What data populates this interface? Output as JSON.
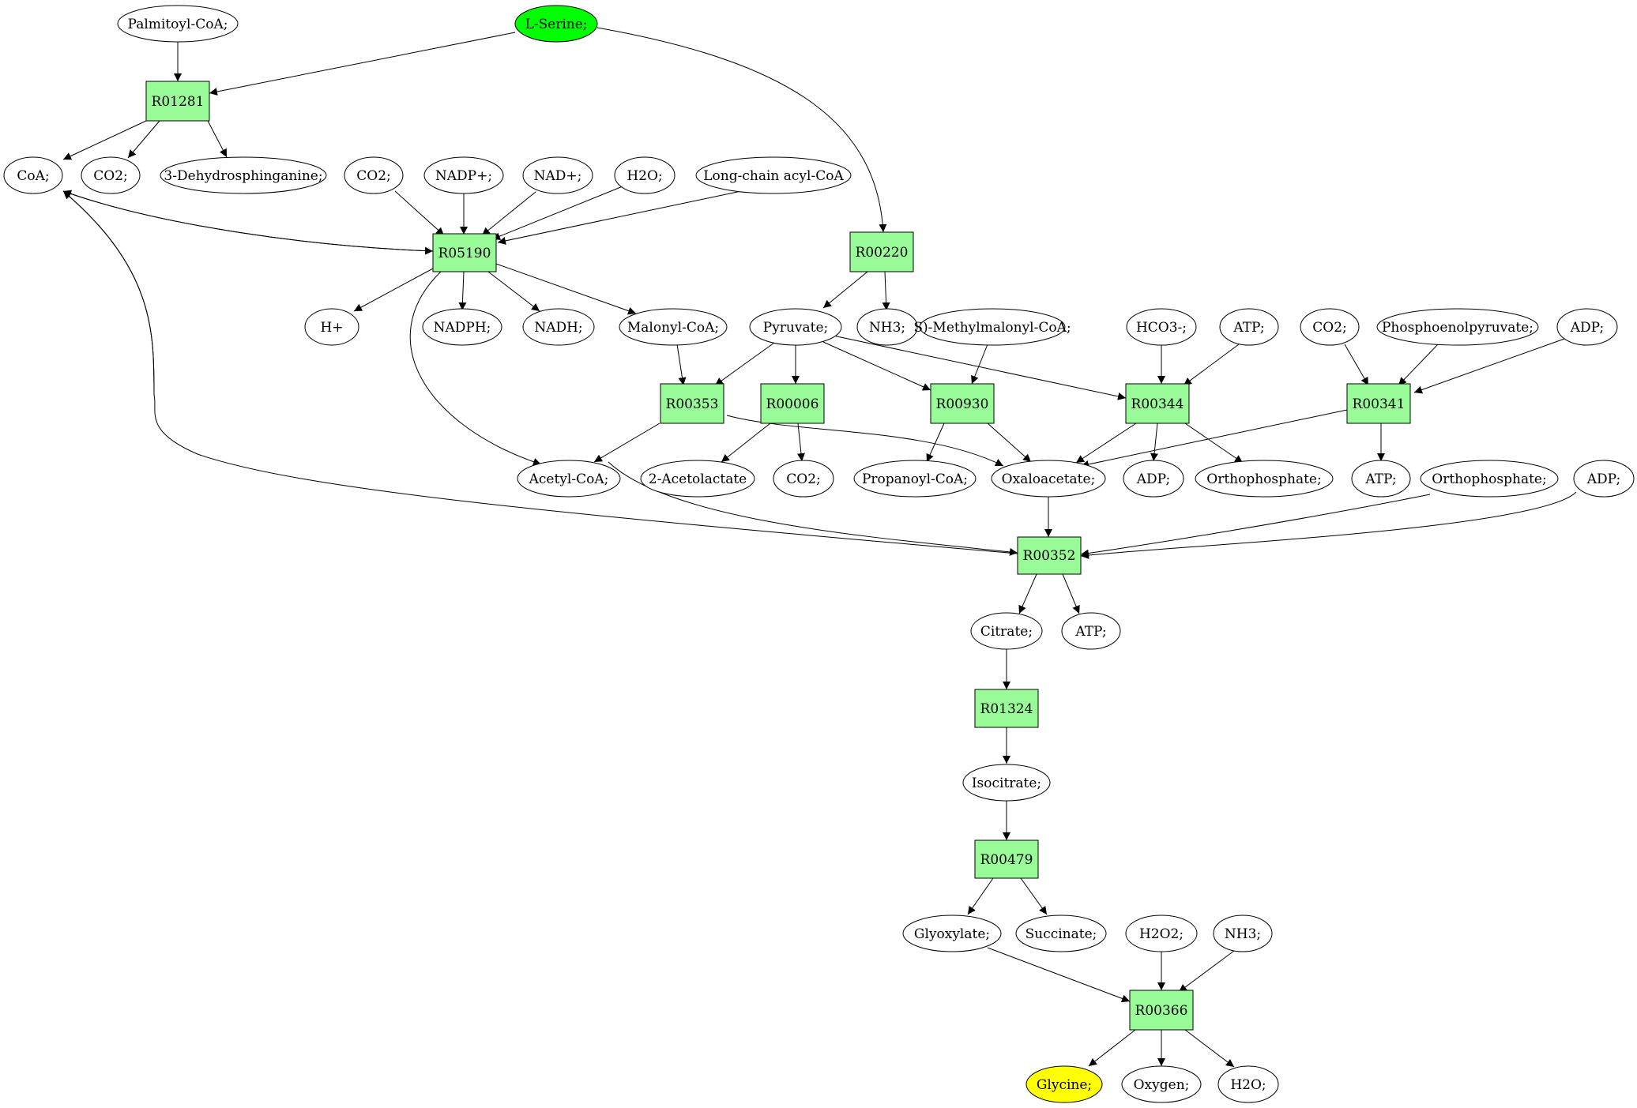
{
  "colors": {
    "reaction_fill": "#98fb98",
    "start_fill": "#00ff00",
    "target_fill": "#ffff00",
    "metabolite_fill": "#ffffff",
    "stroke": "#000000"
  },
  "nodes": {
    "palmitoyl_coa": "Palmitoyl-CoA;",
    "l_serine": "L-Serine;",
    "r01281": "R01281",
    "coa": "CoA;",
    "co2_a": "CO2;",
    "dehydrosphinganine": "3-Dehydrosphinganine;",
    "co2_b": "CO2;",
    "nadp_plus": "NADP+;",
    "nad_plus": "NAD+;",
    "h2o_a": "H2O;",
    "long_chain_acyl_coa": "Long-chain acyl-CoA",
    "r05190": "R05190",
    "r00220": "R00220",
    "h_plus": "H+",
    "nadph": "NADPH;",
    "nadh": "NADH;",
    "malonyl_coa": "Malonyl-CoA;",
    "pyruvate": "Pyruvate;",
    "nh3_a": "NH3;",
    "methylmalonyl_coa": "S)-Methylmalonyl-CoA;",
    "hco3": "HCO3-;",
    "atp_a": "ATP;",
    "co2_c": "CO2;",
    "phosphoenolpyruvate": "Phosphoenolpyruvate;",
    "adp_a": "ADP;",
    "r00353": "R00353",
    "r00006": "R00006",
    "r00930": "R00930",
    "r00344": "R00344",
    "r00341": "R00341",
    "acetyl_coa": "Acetyl-CoA;",
    "acetolactate": "2-Acetolactate",
    "co2_d": "CO2;",
    "propanoyl_coa": "Propanoyl-CoA;",
    "oxaloacetate": "Oxaloacetate;",
    "adp_b": "ADP;",
    "orthophosphate_a": "Orthophosphate;",
    "atp_b": "ATP;",
    "orthophosphate_b": "Orthophosphate;",
    "adp_c": "ADP;",
    "r00352": "R00352",
    "citrate": "Citrate;",
    "atp_c": "ATP;",
    "r01324": "R01324",
    "isocitrate": "Isocitrate;",
    "r00479": "R00479",
    "glyoxylate": "Glyoxylate;",
    "succinate": "Succinate;",
    "h2o2": "H2O2;",
    "nh3_b": "NH3;",
    "r00366": "R00366",
    "glycine": "Glycine;",
    "oxygen": "Oxygen;",
    "h2o_b": "H2O;"
  }
}
